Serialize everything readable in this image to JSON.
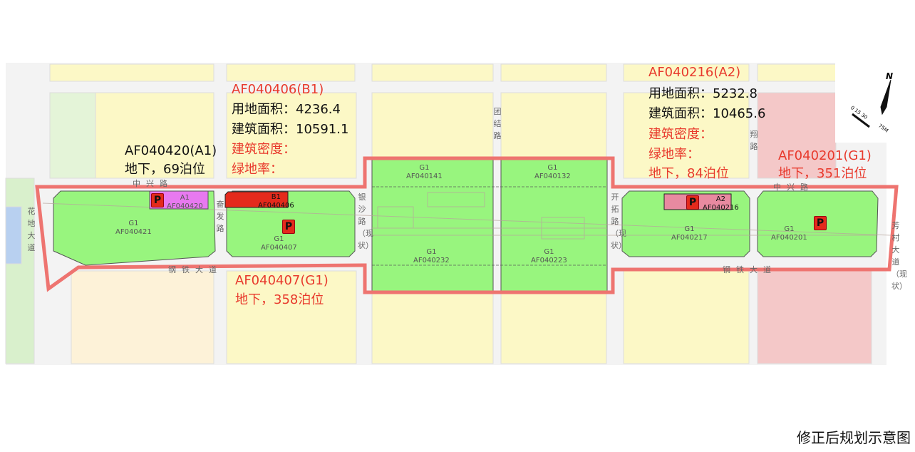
{
  "caption": "修正后规划示意图",
  "annotations": {
    "af040406": {
      "title": "AF040406(B1)",
      "land_area": "用地面积：4236.4",
      "floor_area": "建筑面积：10591.1",
      "density": "建筑密度：",
      "green_rate": "绿地率："
    },
    "af040420": {
      "title": "AF040420(A1)",
      "parking": "地下，69泊位"
    },
    "af040407": {
      "title": "AF040407(G1)",
      "parking": "地下，358泊位"
    },
    "af040216": {
      "title": "AF040216(A2)",
      "land_area": "用地面积：5232.8",
      "floor_area": "建筑面积：10465.6",
      "density": "建筑密度：",
      "green_rate": "绿地率：",
      "parking": "地下，84泊位"
    },
    "af040201": {
      "title": "AF040201(G1)",
      "parking": "地下，351泊位"
    }
  },
  "roads": {
    "zhongxing": "中兴路",
    "gangtie": "钢铁大道",
    "huadi": "花地大道",
    "fenfa": "奋发路",
    "yinsha": "银沙路（现状）",
    "tuanjie": "团结路",
    "kaituo": "开拓路（现状）",
    "fangcun": "芳村大道（现状）",
    "xiang": "翔路"
  },
  "parcels": [
    {
      "code": "G1",
      "id": "AF040421"
    },
    {
      "code": "A1",
      "id": "AF040420"
    },
    {
      "code": "B1",
      "id": "AF040406"
    },
    {
      "code": "G1",
      "id": "AF040407"
    },
    {
      "code": "G1",
      "id": "AF040141"
    },
    {
      "code": "G1",
      "id": "AF040232"
    },
    {
      "code": "G1",
      "id": "AF040132"
    },
    {
      "code": "G1",
      "id": "AF040223"
    },
    {
      "code": "A2",
      "id": "AF040216"
    },
    {
      "code": "G1",
      "id": "AF040217"
    },
    {
      "code": "G1",
      "id": "AF040201"
    }
  ],
  "parking_marker": "P",
  "north": {
    "label": "N",
    "scale": "0 15 30",
    "unit": "75M"
  },
  "colors": {
    "boundary": "#ee7470",
    "green": "#98f57e",
    "yellow": "#fcf8c6",
    "pink": "#f4c8c8",
    "marker": "#e42a1c"
  }
}
